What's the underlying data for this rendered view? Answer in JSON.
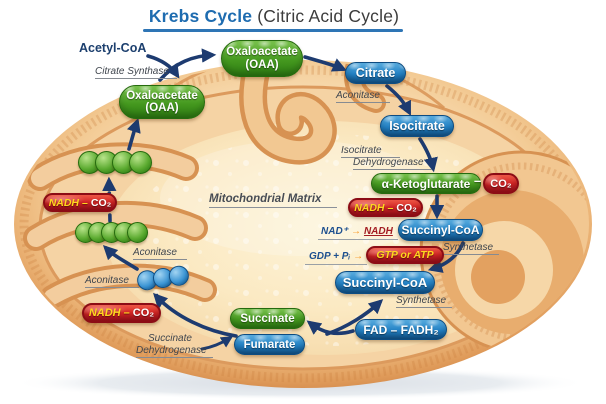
{
  "title": {
    "main": "Krebs Cycle",
    "sub": "(Citric Acid Cycle)"
  },
  "matrix_label": "Mitochondrial Matrix",
  "molecules": {
    "acetyl_coa": "Acetyl-CoA",
    "oxaloacetate": "Oxaloacetate",
    "oaa_abbrev": "(OAA)",
    "citrate": "Citrate",
    "isocitrate": "Isocitrate",
    "alpha_ketoglutarate": "α-Ketoglutarate",
    "succinyl_coa": "Succinyl-CoA",
    "succinate": "Succinate",
    "fumarate": "Fumarate"
  },
  "enzymes": {
    "citrate_synthase": "Citrate Synthase",
    "aconitase": "Aconitase",
    "isocitrate_dh_line1": "Isocitrate",
    "isocitrate_dh_line2": "Dehydrogenase",
    "synthetase": "Synthetase",
    "succinate_dh_line1": "Succinate",
    "succinate_dh_line2": "Dehydrogenase"
  },
  "cofactors": {
    "nadh": "NADH",
    "co2": "CO₂",
    "dash": "–",
    "nad_plus": "NAD⁺",
    "to_arrow": "→",
    "gdp_pi": "GDP + Pᵢ",
    "gtp_or_atp": "GTP or ATP",
    "fad_fadh2": "FAD – FADH₂"
  },
  "colors": {
    "title_blue": "#1e6cb0",
    "arrow_navy": "#1d3b70",
    "pill_green": "#45991f",
    "pill_blue": "#2381c4",
    "pill_red": "#c21b23",
    "nadh_yellow": "#ffd71e",
    "enzyme_gray": "#40464e",
    "membrane_orange": "#d79252",
    "matrix_cream": "#fdf2d4"
  }
}
